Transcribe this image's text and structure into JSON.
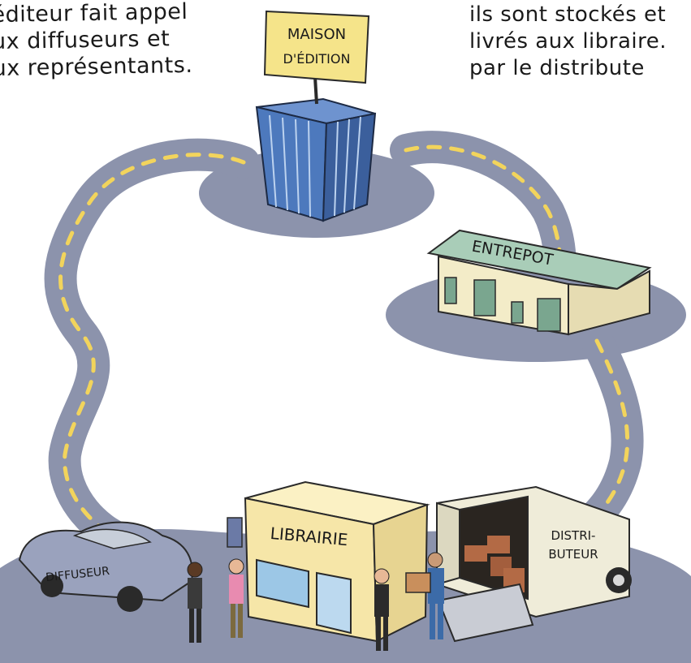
{
  "captions": {
    "left": [
      "éditeur fait appel",
      "ux diffuseurs et",
      "ux représentants."
    ],
    "right": [
      "ils sont stockés et",
      "livrés aux libraire.",
      "par le distribute"
    ]
  },
  "signs": {
    "publisher": [
      "MAISON",
      "D'ÉDITION"
    ],
    "warehouse": "ENTREPOT",
    "bookstore": "LIBRAIRIE",
    "van": [
      "DISTRI-",
      "BUTEUR"
    ],
    "car": "DIFFUSEUR"
  },
  "colors": {
    "road": "#8c93ac",
    "road_shadow": "#6f7896",
    "dash": "#f2d45c",
    "building_blue": "#4d79bd",
    "warehouse_roof": "#a9cdb8",
    "warehouse_wall": "#f3ecc8",
    "shop_wall": "#f6e6a8",
    "van_body": "#efecd9",
    "car_body": "#9aa2bd",
    "sign_yellow": "#f5e48a"
  }
}
